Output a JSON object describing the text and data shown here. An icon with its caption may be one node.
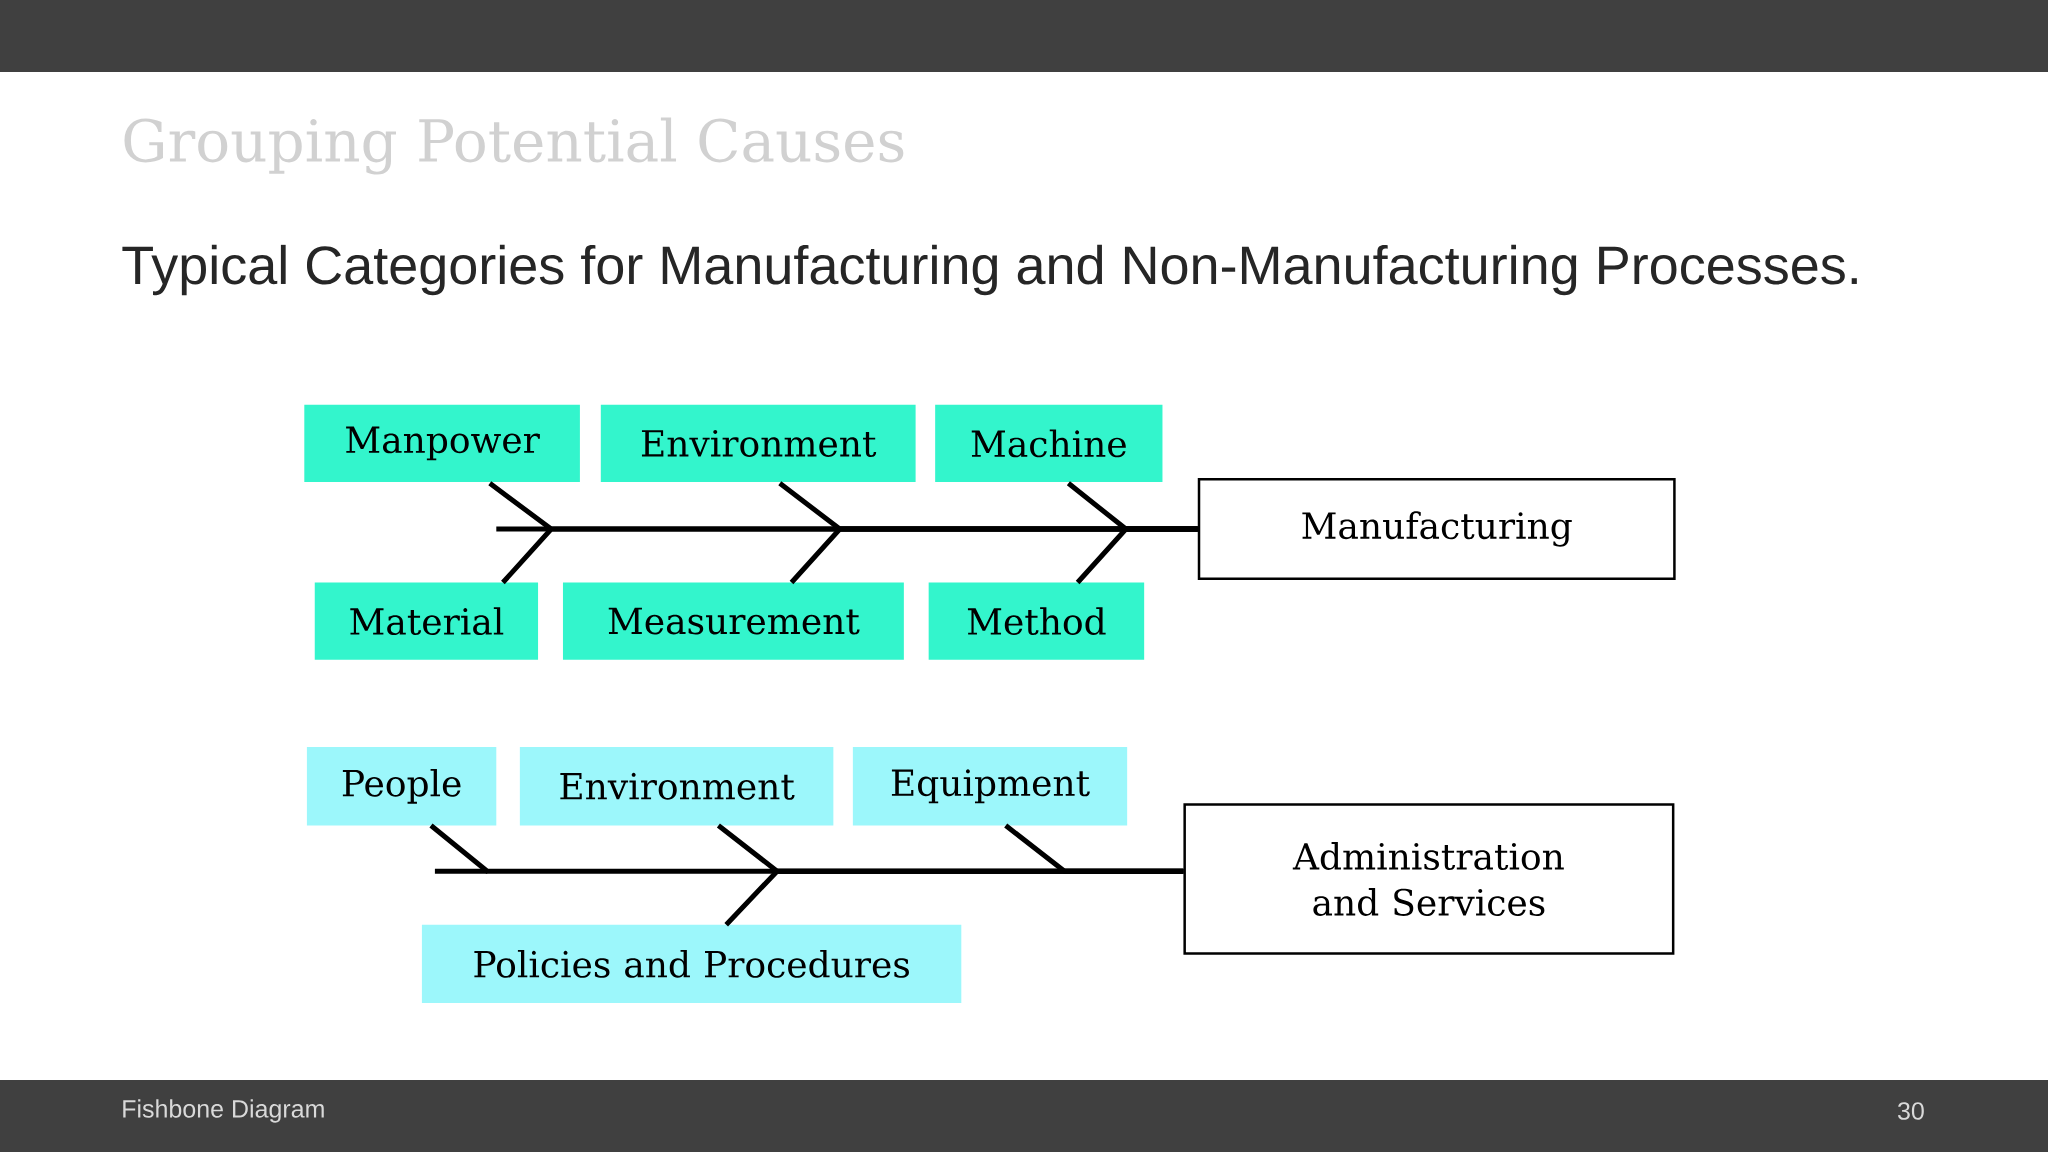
{
  "diagram": {
    "title": "Grouping Potential Causes",
    "nodes": [
      {
        "text": [
          "Manpower"
        ]
      },
      {
        "text": [
          "Environment"
        ]
      },
      {
        "text": [
          "Machine"
        ]
      },
      {
        "text": [
          "Material"
        ]
      },
      {
        "text": [
          "Measurement"
        ]
      },
      {
        "text": [
          "Method"
        ]
      },
      {
        "text": [
          "Manufacturing"
        ]
      },
      {
        "text": [
          "People"
        ]
      },
      {
        "text": [
          "Environment"
        ]
      },
      {
        "text": [
          "Equipment"
        ]
      },
      {
        "text": [
          "Policies and Procedures"
        ]
      },
      {
        "text": [
          "Administration and Services"
        ]
      }
    ],
    "edges": [
      {
        "from": 0,
        "to": 6,
        "arrow": "none"
      },
      {
        "from": 1,
        "to": 6,
        "arrow": "none"
      },
      {
        "from": 2,
        "to": 6,
        "arrow": "none"
      },
      {
        "from": 3,
        "to": 6,
        "arrow": "none"
      },
      {
        "from": 4,
        "to": 6,
        "arrow": "none"
      },
      {
        "from": 5,
        "to": 6,
        "arrow": "none"
      },
      {
        "from": 7,
        "to": 11,
        "arrow": "none"
      },
      {
        "from": 8,
        "to": 11,
        "arrow": "none"
      },
      {
        "from": 9,
        "to": 11,
        "arrow": "none"
      },
      {
        "from": 10,
        "to": 11,
        "arrow": "none"
      }
    ],
    "labels": [
      "Typical Categories for Manufacturing and Non-Manufacturing Processes.",
      "Fishbone Diagram",
      "30"
    ]
  }
}
